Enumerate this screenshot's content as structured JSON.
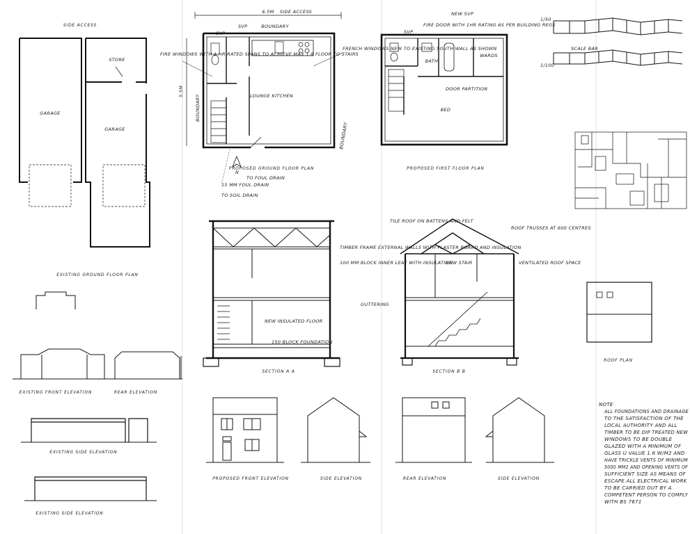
{
  "plans": {
    "existing_ground": {
      "top_label": "SIDE ACCESS",
      "rooms": [
        "GARAGE",
        "GARAGE",
        "STORE"
      ],
      "caption": "EXISTING GROUND FLOOR PLAN"
    },
    "proposed_ground": {
      "dimension": "6.5M",
      "dimension_note": "SIDE ACCESS",
      "side_dimension": "5.5M",
      "tags": [
        "SVP",
        "SVP"
      ],
      "boundary_top": "BOUNDARY",
      "boundary_left": "BOUNDARY",
      "boundary_right": "BOUNDARY",
      "rooms": [
        "LOUNGE KITCHEN"
      ],
      "annotations": [
        "FIRE WINDOWS WITH 1 HR RATED SPANS TO ACHIEVE MAX 1.8 FLOOR TO STAIRS",
        "FRENCH WINDOWS NEW TO EXISTING SOUTH WALL AS SHOWN",
        "15 MM FOUL DRAIN",
        "SVP"
      ],
      "caption": "PROPOSED GROUND FLOOR PLAN",
      "drain_labels": [
        "TO FOUL DRAIN",
        "TO SOIL DRAIN"
      ]
    },
    "proposed_first": {
      "tags": [
        "SVP"
      ],
      "rooms": [
        "BED",
        "BATH",
        "WARDS"
      ],
      "annotations": [
        "NEW SVP",
        "DOOR PARTITION",
        "FIRE DOOR WITH 1HR RATING AS PER BUILDING REGS"
      ],
      "caption": "PROPOSED FIRST FLOOR PLAN"
    }
  },
  "scale": {
    "labels": [
      "1/50",
      "SCALE BAR",
      "1/100"
    ]
  },
  "sections": {
    "aa": {
      "caption": "SECTION A A",
      "annotations": [
        "TIMBER FRAME EXTERNAL WALLS WITH PLASTER BOARD AND INSULATION",
        "100 MM BLOCK INNER LEAF WITH INSULATION",
        "NEW INSULATED FLOOR",
        "150 BLOCK FOUNDATION"
      ]
    },
    "bb": {
      "caption": "SECTION B B",
      "annotations": [
        "TILE ROOF ON BATTENS AND FELT",
        "ROOF TRUSSES AT 600 CENTRES",
        "VENTILATED ROOF SPACE",
        "NEW STAIR",
        "GUTTERING"
      ]
    }
  },
  "elevations": {
    "existing": [
      "EXISTING FRONT ELEVATION",
      "REAR ELEVATION",
      "EXISTING SIDE ELEVATION",
      "EXISTING SIDE ELEVATION"
    ],
    "proposed": [
      "PROPOSED FRONT ELEVATION",
      "SIDE ELEVATION",
      "REAR ELEVATION",
      "SIDE ELEVATION"
    ]
  },
  "roof": {
    "caption": "ROOF PLAN"
  },
  "notes": {
    "heading": "NOTE",
    "lines": [
      "ALL FOUNDATIONS AND DRAINAGE",
      "TO THE SATISFACTION OF THE",
      "LOCAL AUTHORITY AND ALL",
      "TIMBER TO BE DIP TREATED NEW",
      "WINDOWS TO BE DOUBLE",
      "GLAZED WITH A MINIMUM OF",
      "GLASS U VALUE 1.6 W/M2 AND",
      "HAVE TRICKLE VENTS OF MINIMUM",
      "5000 MM2 AND OPENING VENTS OF",
      "SUFFICIENT SIZE AS MEANS OF",
      "ESCAPE ALL ELECTRICAL WORK",
      "TO BE CARRIED OUT BY A",
      "COMPETENT PERSON TO COMPLY",
      "WITH BS 7671"
    ]
  }
}
